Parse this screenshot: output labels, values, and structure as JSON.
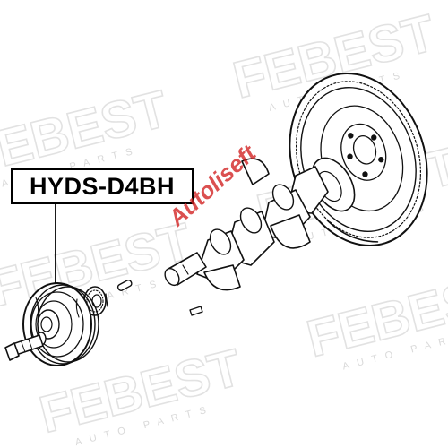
{
  "part_label": {
    "code": "HYDS-D4BH"
  },
  "watermark": {
    "brand": "FEBEST",
    "tagline": "AUTO PARTS"
  },
  "overlay_stamp": {
    "text": "Autoliseft"
  },
  "colors": {
    "ink": "#111111",
    "watermark": "#e2e2e2",
    "stamp": "#d22020",
    "background": "#ffffff"
  }
}
